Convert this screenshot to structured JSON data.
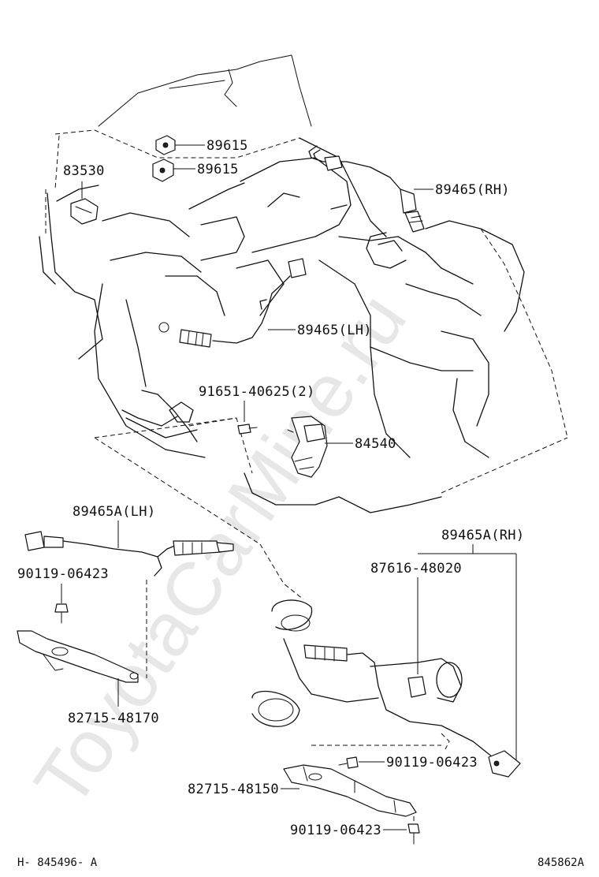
{
  "watermark": "ToyotaCarMine.ru",
  "callouts": {
    "knock_sensor_top": "89615",
    "knock_sensor_bottom": "89615",
    "temp_sensor": "83530",
    "o2_sensor_rh": "89465(RH)",
    "o2_sensor_lh": "89465(LH)",
    "bolt_switch": "91651-40625(2)",
    "neutral_switch": "84540",
    "af_sensor_lh": "89465A(LH)",
    "bolt_lh": "90119-06423",
    "bracket_lh": "82715-48170",
    "af_sensor_rh": "89465A(RH)",
    "clamp_rh": "87616-48020",
    "bolt_rh_upper": "90119-06423",
    "bracket_rh": "82715-48150",
    "bolt_rh_lower": "90119-06423"
  },
  "footer": {
    "left_code": "H- 845496- A",
    "right_code": "845862A"
  }
}
